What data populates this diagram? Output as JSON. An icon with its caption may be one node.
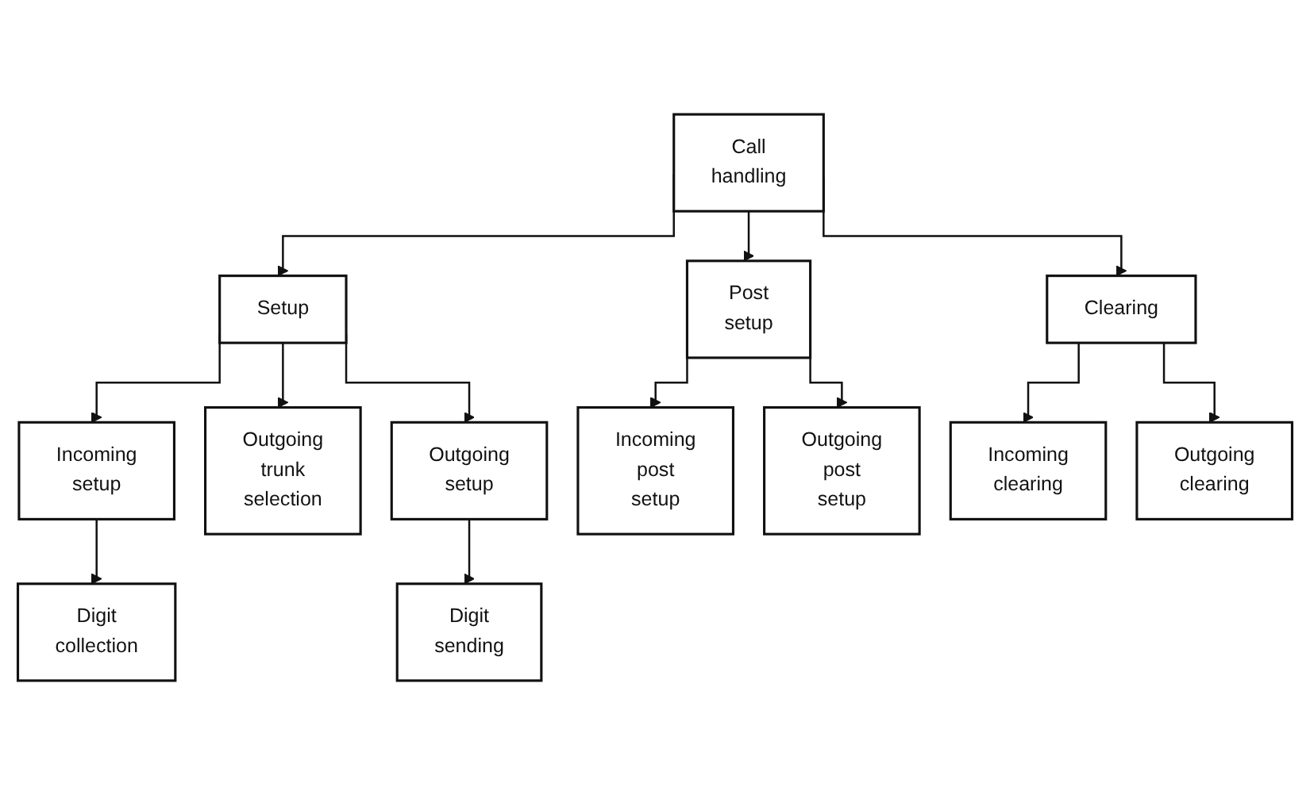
{
  "diagram": {
    "nodes": [
      {
        "text": [
          "Call handling"
        ]
      },
      {
        "text": [
          "Setup"
        ]
      },
      {
        "text": [
          "Post setup"
        ]
      },
      {
        "text": [
          "Clearing"
        ]
      },
      {
        "text": [
          "Incoming setup"
        ]
      },
      {
        "text": [
          "Outgoing trunk selection"
        ]
      },
      {
        "text": [
          "Outgoing setup"
        ]
      },
      {
        "text": [
          "Incoming post setup"
        ]
      },
      {
        "text": [
          "Outgoing post setup"
        ]
      },
      {
        "text": [
          "Incoming clearing"
        ]
      },
      {
        "text": [
          "Outgoing clearing"
        ]
      },
      {
        "text": [
          "Digit collection"
        ]
      },
      {
        "text": [
          "Digit sending"
        ]
      }
    ],
    "edges": [
      {
        "from": 0,
        "to": 1,
        "arrow": "to"
      },
      {
        "from": 0,
        "to": 2,
        "arrow": "to"
      },
      {
        "from": 0,
        "to": 3,
        "arrow": "to"
      },
      {
        "from": 1,
        "to": 4,
        "arrow": "to"
      },
      {
        "from": 1,
        "to": 5,
        "arrow": "to"
      },
      {
        "from": 1,
        "to": 6,
        "arrow": "to"
      },
      {
        "from": 2,
        "to": 7,
        "arrow": "to"
      },
      {
        "from": 2,
        "to": 8,
        "arrow": "to"
      },
      {
        "from": 3,
        "to": 9,
        "arrow": "to"
      },
      {
        "from": 3,
        "to": 10,
        "arrow": "to"
      },
      {
        "from": 4,
        "to": 11,
        "arrow": "to"
      },
      {
        "from": 6,
        "to": 12,
        "arrow": "to"
      }
    ]
  }
}
